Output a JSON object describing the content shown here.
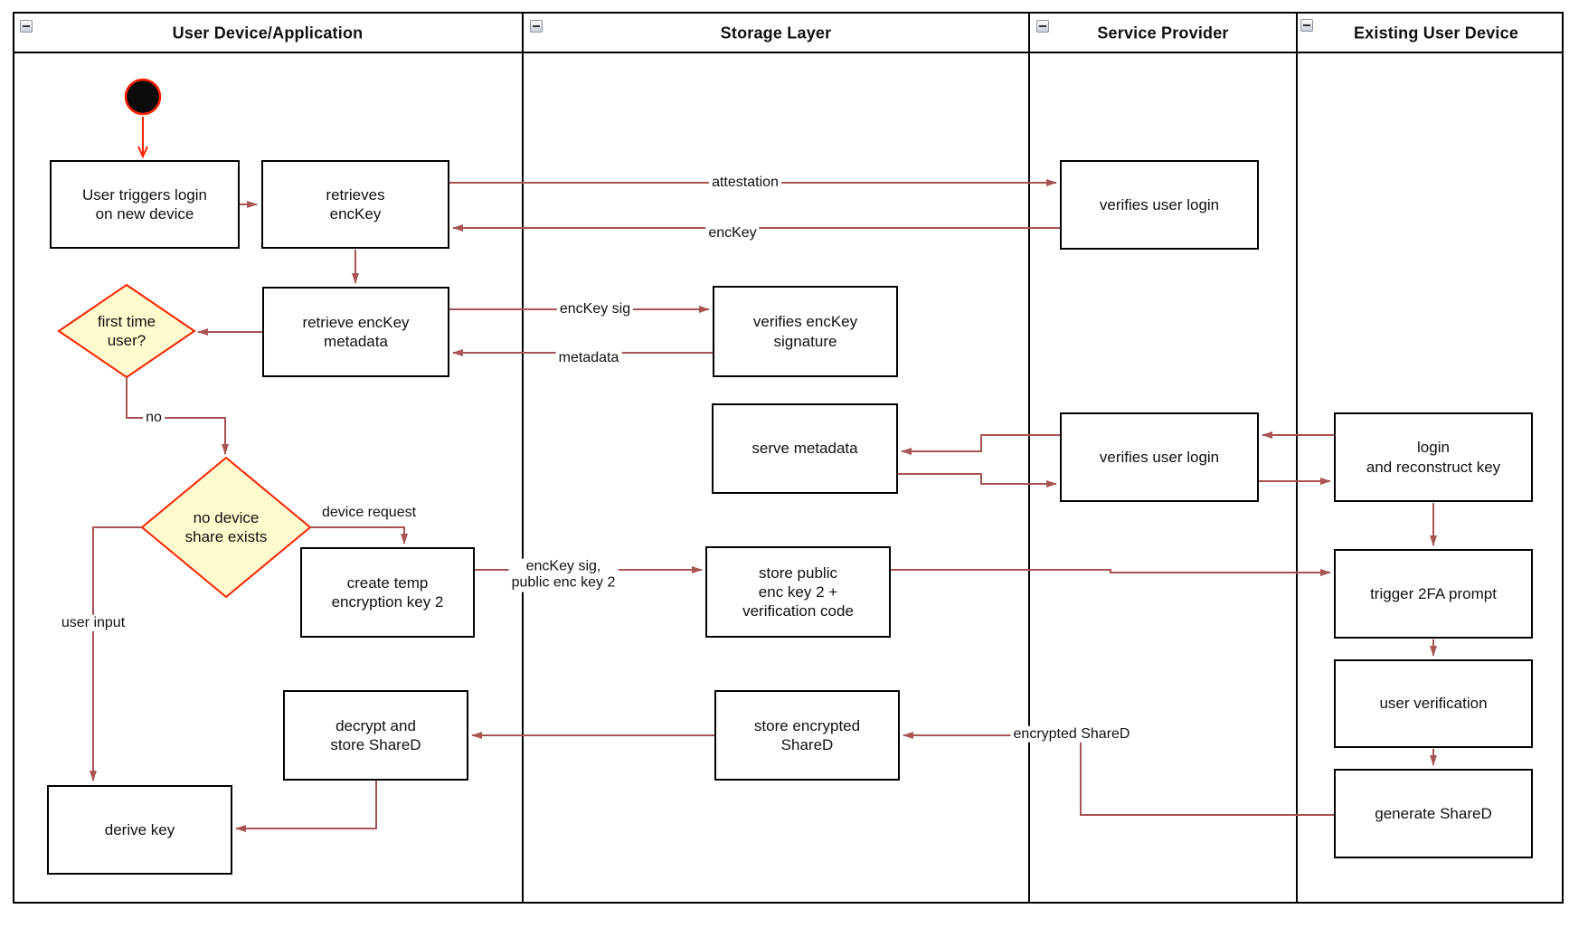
{
  "lanes": [
    {
      "title": "User Device/Application"
    },
    {
      "title": "Storage Layer"
    },
    {
      "title": "Service Provider"
    },
    {
      "title": "Existing User Device"
    }
  ],
  "nodes": {
    "user_triggers_login": {
      "label": "User triggers login\non new device"
    },
    "retrieves_enckey": {
      "label": "retrieves\nencKey"
    },
    "retrieve_enckey_metadata": {
      "label": "retrieve encKey\nmetadata"
    },
    "first_time_user": {
      "label": "first time\nuser?"
    },
    "no_device_share": {
      "label": "no device\nshare exists"
    },
    "create_temp_key": {
      "label": "create temp\nencryption key 2"
    },
    "decrypt_store_shared": {
      "label": "decrypt and\nstore ShareD"
    },
    "derive_key": {
      "label": "derive key"
    },
    "verifies_enckey_signature": {
      "label": "verifies encKey\nsignature"
    },
    "serve_metadata": {
      "label": "serve metadata"
    },
    "store_public_key": {
      "label": "store public\nenc key 2 +\nverification code"
    },
    "store_encrypted_shared": {
      "label": "store encrypted\nShareD"
    },
    "verifies_user_login_top": {
      "label": "verifies user login"
    },
    "verifies_user_login_mid": {
      "label": "verifies user login"
    },
    "login_reconstruct": {
      "label": "login\nand reconstruct key"
    },
    "trigger_2fa": {
      "label": "trigger 2FA prompt"
    },
    "user_verification": {
      "label": "user verification"
    },
    "generate_shared": {
      "label": "generate ShareD"
    }
  },
  "edge_labels": {
    "attestation": "attestation",
    "enckey": "encKey",
    "enckey_sig": "encKey sig",
    "metadata": "metadata",
    "no": "no",
    "device_request": "device request",
    "enckey_sig_public": "encKey sig,\npublic enc key 2",
    "user_input": "user input",
    "encrypted_shared": "encrypted ShareD"
  },
  "colors": {
    "connector": "#a85452",
    "accent_red": "#ff2200",
    "decision_fill": "#fffbce",
    "border": "#000000"
  }
}
